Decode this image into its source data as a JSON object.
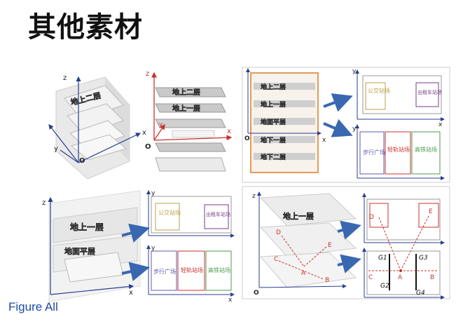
{
  "title": "其他素材",
  "caption": "Figure All",
  "floors": {
    "above2": "地上二层",
    "above1": "地上一层",
    "ground": "地面平层",
    "below1": "地下一层",
    "below2": "地下二层"
  },
  "zones": {
    "bus": "公交站场",
    "taxi": "出租车站场",
    "walk": "步行广场",
    "rail": "轻轨站场",
    "hsr": "高铁站场"
  },
  "axes": {
    "x": "x",
    "y": "y",
    "z": "z",
    "o": "O"
  },
  "points": {
    "A": "A",
    "B": "B",
    "C": "C",
    "D": "D",
    "E": "E"
  },
  "gates": {
    "g1": "G1",
    "g2": "G2",
    "g3": "G3",
    "g4": "G4"
  },
  "colors": {
    "accent_arrow": "#3a68b0",
    "frame_orange": "#e07a20",
    "bus": "#b8a24a",
    "taxi": "#7a3b8a",
    "rail": "#c9302c",
    "hsr": "#4c9a4c",
    "walk": "#5b5bb0"
  }
}
